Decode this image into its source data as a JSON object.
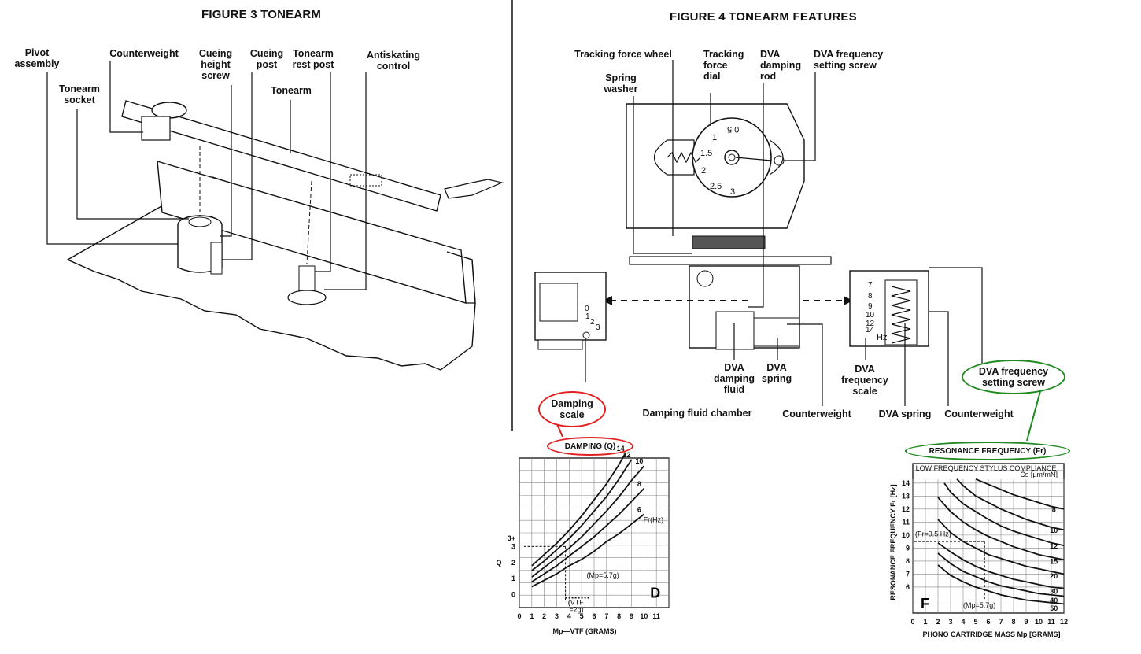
{
  "figure3": {
    "title": "FIGURE 3  TONEARM",
    "labels": {
      "pivot": "Pivot\nassembly",
      "counterweight": "Counterweight",
      "cueing_height": "Cueing\nheight\nscrew",
      "cueing_post": "Cueing\npost",
      "rest_post": "Tonearm\nrest post",
      "antiskating": "Antiskating\ncontrol",
      "socket": "Tonearm\nsocket",
      "tonearm": "Tonearm"
    }
  },
  "figure4": {
    "title": "FIGURE 4  TONEARM FEATURES",
    "labels": {
      "tracking_wheel": "Tracking force wheel",
      "spring_washer": "Spring\nwasher",
      "tracking_dial": "Tracking\nforce\ndial",
      "dva_rod": "DVA\ndamping\nrod",
      "dva_freq_screw_top": "DVA frequency\nsetting screw",
      "dva_fluid": "DVA\ndamping\nfluid",
      "dva_spring_mid": "DVA\nspring",
      "dva_freq_scale": "DVA\nfrequency\nscale",
      "fluid_chamber": "Damping fluid chamber",
      "counterweight_mid": "Counterweight",
      "dva_spring_right": "DVA spring",
      "counterweight_right": "Counterweight"
    },
    "dial_numbers": [
      "0.5",
      "1",
      "1.5",
      "2",
      "2.5",
      "3"
    ],
    "damping_scale_numbers": [
      "0",
      "1",
      "2",
      "3"
    ],
    "freq_scale_numbers": [
      "7",
      "8",
      "9",
      "10",
      "12",
      "14"
    ],
    "freq_scale_unit": "Hz",
    "callout_damping": "Damping\nscale",
    "callout_freq": "DVA frequency\nsetting screw"
  },
  "colors": {
    "red": "#e02020",
    "green": "#1f8a1f",
    "line": "#111111"
  },
  "chart_data": [
    {
      "type": "line",
      "title": "DAMPING (Q)",
      "xlabel": "Mp—VTF (GRAMS)",
      "ylabel": "Q",
      "xlim": [
        0,
        12
      ],
      "ylim": [
        -0.8,
        8.5
      ],
      "x_ticks": [
        "0",
        "1",
        "2",
        "3",
        "4",
        "5",
        "6",
        "7",
        "8",
        "9",
        "10",
        "11"
      ],
      "y_ticks": [
        {
          "v": 0,
          "t": "0"
        },
        {
          "v": 1,
          "t": "1"
        },
        {
          "v": 2,
          "t": "2"
        },
        {
          "v": 3,
          "t": "3"
        },
        {
          "v": 3.5,
          "t": "3+"
        }
      ],
      "panel_letter": "D",
      "annotations": {
        "mp": "(Mp=5.7g)",
        "vtf": "(VTF\n=2g)"
      },
      "series": [
        {
          "name": "14",
          "points": [
            [
              1,
              1.8
            ],
            [
              2,
              2.5
            ],
            [
              3,
              3.2
            ],
            [
              4,
              4.0
            ],
            [
              5,
              4.9
            ],
            [
              6,
              5.9
            ],
            [
              7,
              6.9
            ],
            [
              8,
              8.1
            ],
            [
              8.5,
              8.8
            ]
          ]
        },
        {
          "name": "12",
          "points": [
            [
              1,
              1.5
            ],
            [
              2,
              2.1
            ],
            [
              3,
              2.8
            ],
            [
              4,
              3.5
            ],
            [
              5,
              4.3
            ],
            [
              6,
              5.2
            ],
            [
              7,
              6.1
            ],
            [
              8,
              7.2
            ],
            [
              9,
              8.4
            ]
          ]
        },
        {
          "name": "10",
          "points": [
            [
              1,
              1.1
            ],
            [
              2,
              1.7
            ],
            [
              3,
              2.3
            ],
            [
              4,
              2.9
            ],
            [
              5,
              3.6
            ],
            [
              6,
              4.4
            ],
            [
              7,
              5.2
            ],
            [
              8,
              6.1
            ],
            [
              9,
              7.1
            ],
            [
              10,
              8.0
            ]
          ]
        },
        {
          "name": "8",
          "points": [
            [
              1,
              0.8
            ],
            [
              2,
              1.3
            ],
            [
              3,
              1.8
            ],
            [
              4,
              2.4
            ],
            [
              5,
              3.0
            ],
            [
              6,
              3.6
            ],
            [
              7,
              4.3
            ],
            [
              8,
              5.0
            ],
            [
              9,
              5.8
            ],
            [
              10,
              6.6
            ]
          ]
        },
        {
          "name": "6",
          "points": [
            [
              1,
              0.5
            ],
            [
              2,
              0.9
            ],
            [
              3,
              1.3
            ],
            [
              4,
              1.8
            ],
            [
              5,
              2.2
            ],
            [
              6,
              2.7
            ],
            [
              7,
              3.3
            ],
            [
              8,
              3.8
            ],
            [
              9,
              4.4
            ],
            [
              10,
              5.0
            ]
          ]
        }
      ],
      "series_unit_label": "Fr(Hz)"
    },
    {
      "type": "line",
      "title": "RESONANCE FREQUENCY (Fr)",
      "subtitle": "LOW FREQUENCY STYLUS COMPLIANCE",
      "legend_unit": "Cs [µm/mN]",
      "xlabel": "PHONO CARTRIDGE MASS  Mp  [GRAMS]",
      "ylabel": "RESONANCE FREQUENCY Fr [Hz]",
      "xlim": [
        0,
        12
      ],
      "ylim": [
        4,
        15.5
      ],
      "x_ticks": [
        "0",
        "1",
        "2",
        "3",
        "4",
        "5",
        "6",
        "7",
        "8",
        "9",
        "10",
        "11",
        "12"
      ],
      "y_ticks": [
        "6",
        "7",
        "8",
        "9",
        "10",
        "11",
        "12",
        "13",
        "14"
      ],
      "panel_letter": "F",
      "annotations": {
        "fr": "(Fr=9.5 Hz)",
        "mp": "(Mp=5.7g)"
      },
      "series": [
        {
          "name": "8",
          "points": [
            [
              5,
              14.3
            ],
            [
              6,
              13.9
            ],
            [
              7,
              13.5
            ],
            [
              8,
              13.1
            ],
            [
              9,
              12.8
            ],
            [
              10,
              12.5
            ],
            [
              11,
              12.2
            ],
            [
              12,
              12.0
            ]
          ]
        },
        {
          "name": "10",
          "points": [
            [
              3.5,
              14.3
            ],
            [
              4,
              13.8
            ],
            [
              5,
              13.0
            ],
            [
              6,
              12.5
            ],
            [
              7,
              12.0
            ],
            [
              8,
              11.6
            ],
            [
              9,
              11.2
            ],
            [
              10,
              10.9
            ],
            [
              11,
              10.6
            ],
            [
              12,
              10.4
            ]
          ]
        },
        {
          "name": "12",
          "points": [
            [
              2.5,
              14.0
            ],
            [
              3,
              13.3
            ],
            [
              4,
              12.4
            ],
            [
              5,
              11.8
            ],
            [
              6,
              11.2
            ],
            [
              7,
              10.7
            ],
            [
              8,
              10.3
            ],
            [
              9,
              10.0
            ],
            [
              10,
              9.7
            ],
            [
              11,
              9.4
            ],
            [
              12,
              9.2
            ]
          ]
        },
        {
          "name": "15",
          "points": [
            [
              2,
              12.9
            ],
            [
              3,
              11.8
            ],
            [
              4,
              11.0
            ],
            [
              5,
              10.4
            ],
            [
              6,
              9.9
            ],
            [
              7,
              9.5
            ],
            [
              8,
              9.1
            ],
            [
              9,
              8.8
            ],
            [
              10,
              8.5
            ],
            [
              11,
              8.3
            ],
            [
              12,
              8.1
            ]
          ]
        },
        {
          "name": "20",
          "points": [
            [
              2,
              11.2
            ],
            [
              3,
              10.2
            ],
            [
              4,
              9.5
            ],
            [
              5,
              9.0
            ],
            [
              6,
              8.5
            ],
            [
              7,
              8.2
            ],
            [
              8,
              7.9
            ],
            [
              9,
              7.6
            ],
            [
              10,
              7.4
            ],
            [
              11,
              7.2
            ],
            [
              12,
              7.0
            ]
          ]
        },
        {
          "name": "30",
          "points": [
            [
              2,
              9.4
            ],
            [
              3,
              8.7
            ],
            [
              4,
              8.1
            ],
            [
              5,
              7.6
            ],
            [
              6,
              7.2
            ],
            [
              7,
              6.9
            ],
            [
              8,
              6.6
            ],
            [
              9,
              6.4
            ],
            [
              10,
              6.2
            ],
            [
              11,
              6.0
            ],
            [
              12,
              5.9
            ]
          ]
        },
        {
          "name": "40",
          "points": [
            [
              2,
              8.6
            ],
            [
              3,
              7.8
            ],
            [
              4,
              7.2
            ],
            [
              5,
              6.8
            ],
            [
              6,
              6.4
            ],
            [
              7,
              6.1
            ],
            [
              8,
              5.9
            ],
            [
              9,
              5.7
            ],
            [
              10,
              5.5
            ],
            [
              11,
              5.4
            ],
            [
              12,
              5.3
            ]
          ]
        },
        {
          "name": "50",
          "points": [
            [
              2,
              7.7
            ],
            [
              3,
              6.9
            ],
            [
              4,
              6.4
            ],
            [
              5,
              6.0
            ],
            [
              6,
              5.7
            ],
            [
              7,
              5.4
            ],
            [
              8,
              5.2
            ],
            [
              9,
              5.0
            ],
            [
              10,
              4.9
            ],
            [
              11,
              4.8
            ],
            [
              12,
              4.7
            ]
          ]
        }
      ]
    }
  ]
}
